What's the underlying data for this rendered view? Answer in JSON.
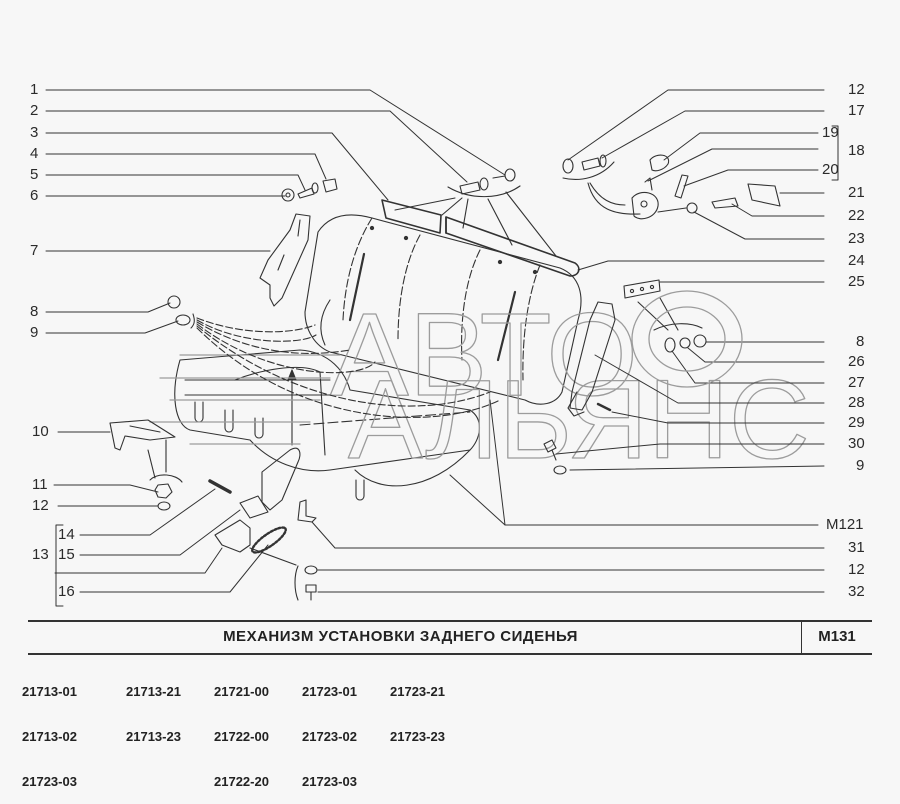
{
  "title": "МЕХАНИЗМ УСТАНОВКИ ЗАДНЕГО СИДЕНЬЯ",
  "code": "M131",
  "watermark": {
    "line1": "АВТО",
    "line2": "АЛЬЯНС"
  },
  "models": [
    [
      "21713-01",
      "21713-02",
      "21723-03"
    ],
    [
      "21713-21",
      "21713-23"
    ],
    [
      "21721-00",
      "21722-00",
      "21722-20"
    ],
    [
      "21723-01",
      "21723-02",
      "21723-03"
    ],
    [
      "21723-21",
      "21723-23"
    ]
  ],
  "labels_left": [
    "1",
    "2",
    "3",
    "4",
    "5",
    "6",
    "7",
    "8",
    "9",
    "10",
    "11",
    "12",
    "13",
    "14",
    "15",
    "16"
  ],
  "labels_right": [
    "12",
    "17",
    "19",
    "18",
    "20",
    "21",
    "22",
    "23",
    "24",
    "25",
    "8",
    "26",
    "27",
    "28",
    "29",
    "30",
    "9",
    "M121",
    "31",
    "12",
    "32"
  ],
  "groups": {
    "group_13": {
      "label": "13",
      "members": [
        "14",
        "15",
        "16"
      ]
    },
    "group_18": {
      "label": "18",
      "members": [
        "19",
        "20"
      ]
    }
  },
  "parts_icons": [
    "seat-back-icon",
    "seat-cushion-icon",
    "hinge-bracket-icon",
    "bolt-icon",
    "nut-icon",
    "washer-icon",
    "latch-icon",
    "strap-icon",
    "spring-icon",
    "pin-icon",
    "clip-icon",
    "plate-icon"
  ]
}
